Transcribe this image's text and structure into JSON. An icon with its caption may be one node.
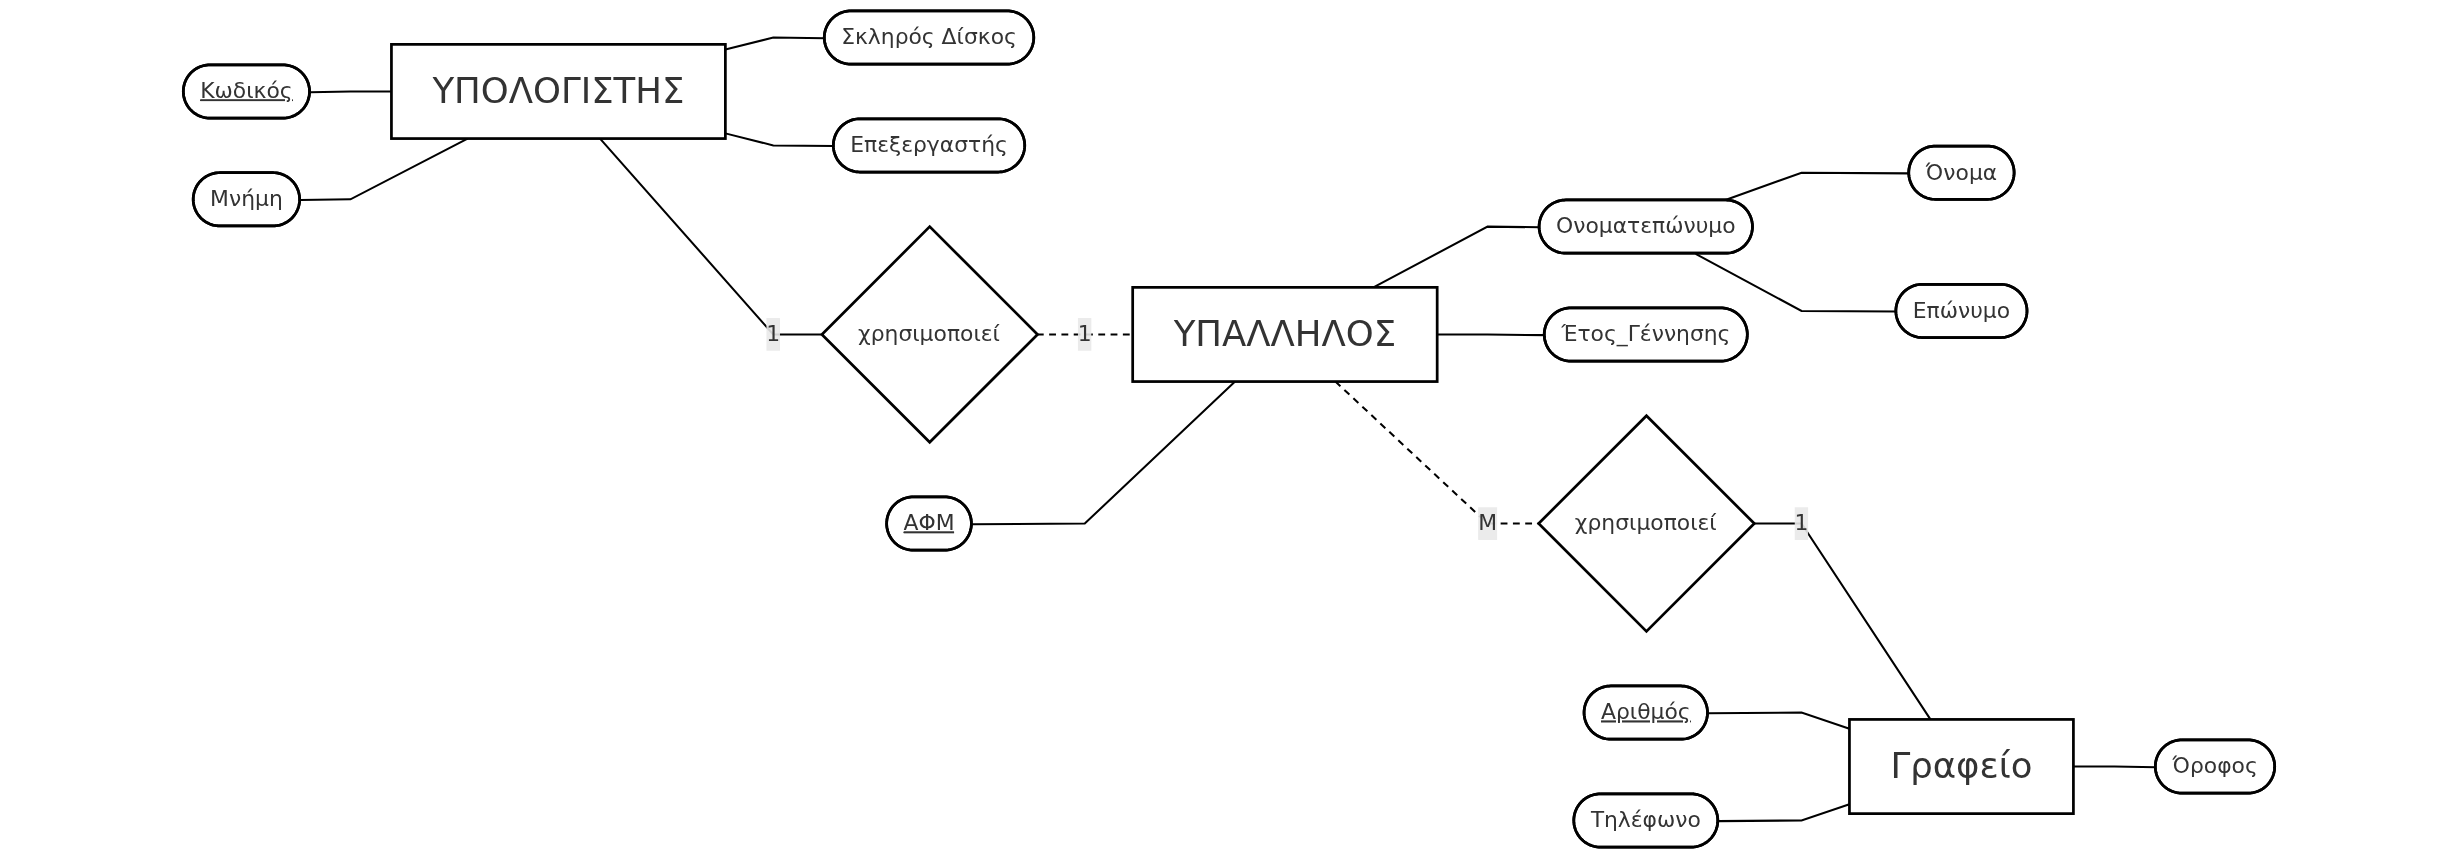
{
  "diagram": {
    "nodes": [
      {
        "text": [
          "Κωδικός"
        ]
      },
      {
        "text": [
          "Μνήμη"
        ]
      },
      {
        "text": [
          "ΥΠΟΛΟΓΙΣΤΗΣ"
        ]
      },
      {
        "text": [
          "Σκληρός Δίσκος"
        ]
      },
      {
        "text": [
          "Επεξεργαστής"
        ]
      },
      {
        "text": [
          "χρησιμοποιεί"
        ]
      },
      {
        "text": [
          "ΑΦΜ"
        ]
      },
      {
        "text": [
          "ΥΠΑΛΛΗΛΟΣ"
        ]
      },
      {
        "text": [
          "Ονοματεπώνυμο"
        ]
      },
      {
        "text": [
          "Έτος_Γέννησης"
        ]
      },
      {
        "text": [
          "Όνομα"
        ]
      },
      {
        "text": [
          "Επώνυμο"
        ]
      },
      {
        "text": [
          "χρησιμοποιεί"
        ]
      },
      {
        "text": [
          "Αριθμός"
        ]
      },
      {
        "text": [
          "Τηλέφωνο"
        ]
      },
      {
        "text": [
          "Γραφείο"
        ]
      },
      {
        "text": [
          "Όροφος"
        ]
      }
    ],
    "edges": [
      {
        "from": 0,
        "to": 2,
        "arrow": "none"
      },
      {
        "from": 1,
        "to": 2,
        "arrow": "none"
      },
      {
        "from": 2,
        "to": 3,
        "arrow": "none"
      },
      {
        "from": 2,
        "to": 4,
        "arrow": "none"
      },
      {
        "from": 2,
        "to": 5,
        "arrow": "none",
        "label": "1"
      },
      {
        "from": 5,
        "to": 7,
        "arrow": "none",
        "label": "1",
        "style": "dashed"
      },
      {
        "from": 6,
        "to": 7,
        "arrow": "none"
      },
      {
        "from": 7,
        "to": 8,
        "arrow": "none"
      },
      {
        "from": 7,
        "to": 9,
        "arrow": "none"
      },
      {
        "from": 8,
        "to": 10,
        "arrow": "none"
      },
      {
        "from": 8,
        "to": 11,
        "arrow": "none"
      },
      {
        "from": 7,
        "to": 12,
        "arrow": "none",
        "label": "M",
        "style": "dashed"
      },
      {
        "from": 12,
        "to": 15,
        "arrow": "none",
        "label": "1"
      },
      {
        "from": 13,
        "to": 15,
        "arrow": "none"
      },
      {
        "from": 14,
        "to": 15,
        "arrow": "none"
      },
      {
        "from": 15,
        "to": 16,
        "arrow": "none"
      }
    ]
  }
}
